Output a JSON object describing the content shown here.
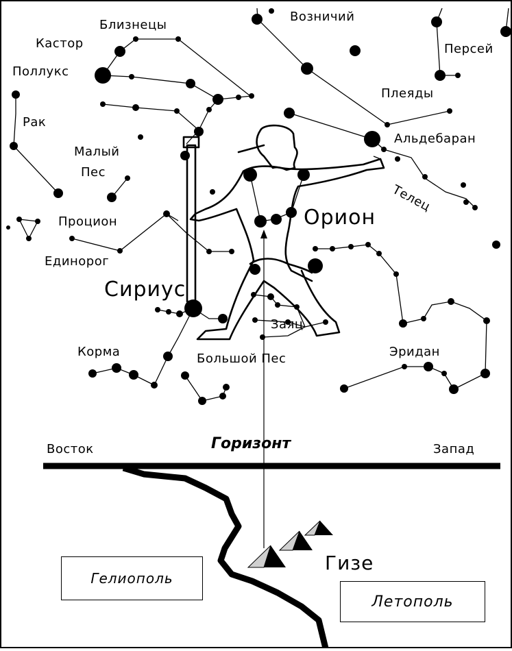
{
  "constellations": {
    "bliznetsy": "Близнецы",
    "castor": "Кастор",
    "pollux": "Поллукс",
    "rak": "Рак",
    "maly_pes": "Малый\nПес",
    "maly_pes_line1": "Малый",
    "maly_pes_line2": "Пес",
    "procyon": "Процион",
    "edinorog": "Единорог",
    "sirius": "Сириус",
    "korma": "Корма",
    "bolshoy_pes": "Большой Пес",
    "zayats": "Заяц",
    "orion": "Орион",
    "eridan": "Эридан",
    "telets": "Телец",
    "aldebaran": "Альдебаран",
    "pleyady": "Плеяды",
    "perseus": "Персей",
    "voznichy": "Возничий"
  },
  "horizon": {
    "title": "Горизонт",
    "east": "Восток",
    "west": "Запад"
  },
  "places": {
    "giza": "Гизе",
    "heliopolis": "Гелиополь",
    "letopolis": "Летополь"
  }
}
